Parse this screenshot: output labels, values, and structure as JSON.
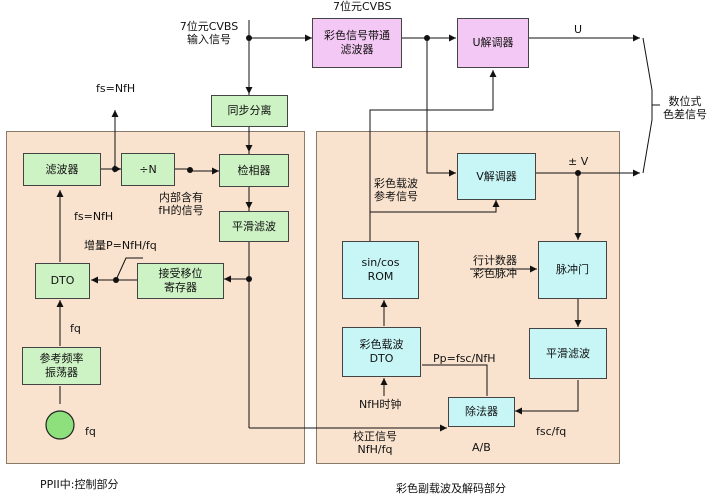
{
  "panels": {
    "pll": {
      "caption": "PPII中:控制部分"
    },
    "decode": {
      "caption": "彩色副载波及解码部分"
    }
  },
  "blocks": {
    "bandpass": "彩色信号带通\n滤波器",
    "u_demod": "U解调器",
    "sync_sep": "同步分离",
    "filter": "滤波器",
    "div_n": "÷N",
    "phase_det": "检相器",
    "smooth_left": "平滑滤波",
    "dto_left": "DTO",
    "shift_reg": "接受移位\n寄存器",
    "ref_osc": "参考频率\n振荡器",
    "v_demod": "V解调器",
    "sincos_rom": "sin/cos\nROM",
    "pulse_gate": "脉冲门",
    "smooth_right": "平滑滤波",
    "carrier_dto": "彩色载波\nDTO",
    "divider": "除法器"
  },
  "labels": {
    "cvbs_top": "7位元CVBS",
    "cvbs_input": "7位元CVBS\n输入信号",
    "u_out": "U",
    "v_out": "± V",
    "digital_diff": "数位式\n色差信号",
    "fs_top": "fs=NfH",
    "fs_mid": "fs=NfH",
    "internal_fh": "内部含有\nfH的信号",
    "increment": "增量P=NfH/fq",
    "fq_mid": "fq",
    "fq_osc": "fq",
    "carrier_ref": "彩色载波\n参考信号",
    "line_counter": "行计数器\n彩色脉冲",
    "pp": "Pp=fsc/NfH",
    "nfh_clock": "NfH时钟",
    "correction": "校正信号\nNfH/fq",
    "ab": "A/B",
    "fsc_fq": "fsc/fq"
  },
  "colors": {
    "panel": "#fae3ce",
    "green_block": "#cdf2c4",
    "cyan_block": "#c8f6f7",
    "pink_block": "#f4c8f4"
  }
}
